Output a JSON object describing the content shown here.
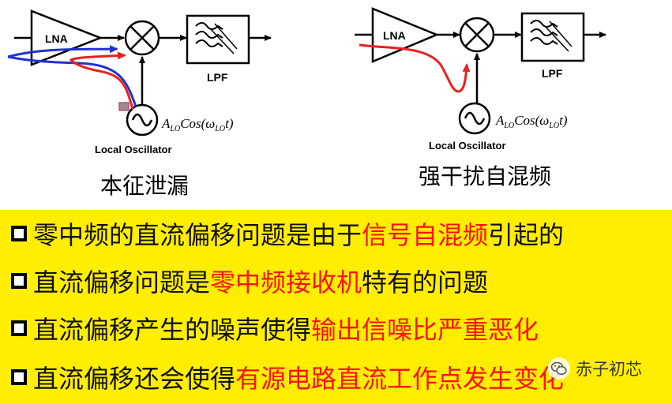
{
  "left_diagram": {
    "lna_label": "LNA",
    "lpf_label": "LPF",
    "osc_label": "Local Oscillator",
    "osc_formula": "A_LO Cos(ω_LO t)",
    "caption": "本征泄漏"
  },
  "right_diagram": {
    "lna_label": "LNA",
    "lpf_label": "LPF",
    "osc_label": "Local Oscillator",
    "osc_formula": "A_LO Cos(ω_LO t)",
    "caption": "强干扰自混频"
  },
  "bullets": [
    {
      "black": "零中频的直流偏移问题是由于",
      "red": "信号自混频",
      "tail": "引起的"
    },
    {
      "black": "直流偏移问题是",
      "red": "零中频接收机",
      "tail": "特有的问题"
    },
    {
      "black": "直流偏移产生的噪声使得",
      "red": "输出信噪比严重恶化",
      "tail": ""
    },
    {
      "black": "直流偏移还会使得",
      "red": "有源电路直流工作点发生变化",
      "tail": ""
    }
  ],
  "watermark": "赤子初芯",
  "colors": {
    "panel": "#ffee00",
    "highlight": "#ff1010",
    "leak_red": "#e82020",
    "leak_blue": "#2233cc"
  }
}
